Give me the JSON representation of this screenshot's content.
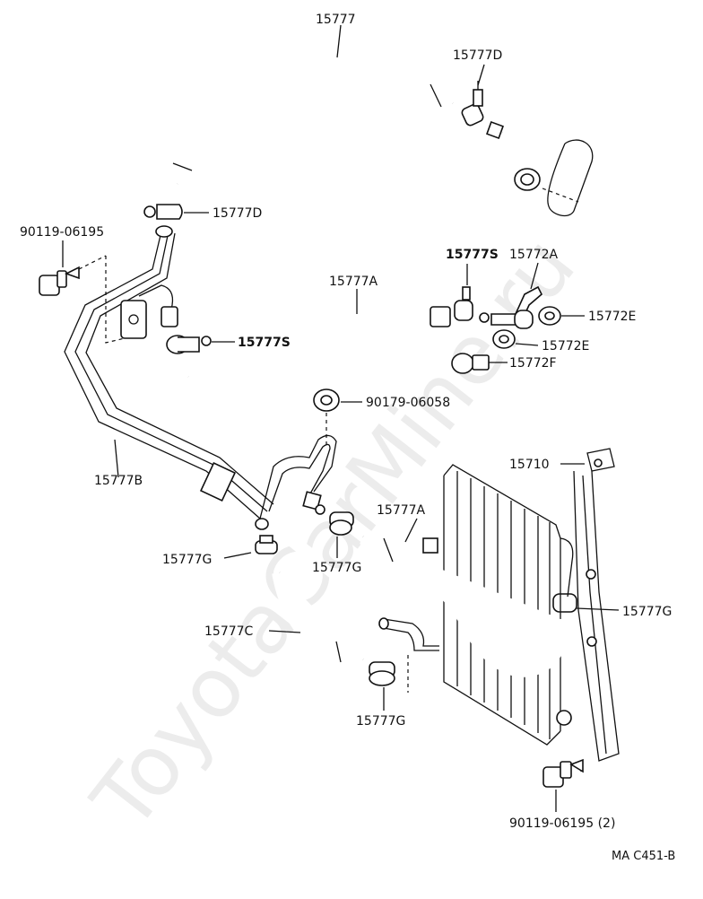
{
  "watermark": "ToyotaCarMine.ru",
  "figure_code": "MA C451-B",
  "labels": {
    "top_hose": "15777",
    "clamp_d_top": "15777D",
    "clamp_d_left": "15777D",
    "bolt_left": "90119-06195",
    "clip_s_right": "15777S",
    "bracket_a": "15772A",
    "hose_a_upper": "15777A",
    "clip_s_left": "15777S",
    "cushion_e1": "15772E",
    "cushion_e2": "15772E",
    "bolt_f": "15772F",
    "nut": "90179-06058",
    "pipe_b": "15777B",
    "cooler": "15710",
    "hose_a_lower": "15777A",
    "clamp_g_left": "15777G",
    "clamp_g_mid": "15777G",
    "clamp_g_right": "15777G",
    "hose_c": "15777C",
    "clamp_g_bottom": "15777G",
    "bolt_bottom": "90119-06195 (2)"
  }
}
